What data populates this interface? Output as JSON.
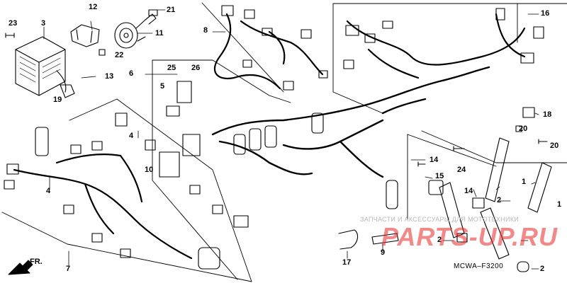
{
  "callouts": {
    "c1a": "1",
    "c1b": "1",
    "c2a": "2",
    "c2b": "2",
    "c2c": "2",
    "c3": "3",
    "c4a": "4",
    "c4b": "4",
    "c5": "5",
    "c6": "6",
    "c7": "7",
    "c8": "8",
    "c9": "9",
    "c10": "10",
    "c11": "11",
    "c12": "12",
    "c13": "13",
    "c14a": "14",
    "c14b": "14",
    "c15": "15",
    "c16": "16",
    "c17": "17",
    "c18": "18",
    "c19": "19",
    "c20a": "20",
    "c20b": "20",
    "c21": "21",
    "c22": "22",
    "c23": "23",
    "c24": "24",
    "c25": "25",
    "c26": "26"
  },
  "front_label": "FR.",
  "diagram_code": "MCWA–F3200",
  "watermark": {
    "banner": "ЗАПЧАСТИ И АКСЕССУАРЫ ДЛЯ МОТОТЕХНИКИ",
    "logo": "PARTS-UP.RU",
    "logo_color": "#e82828"
  },
  "colors": {
    "line": "#000000",
    "background": "#ffffff"
  }
}
